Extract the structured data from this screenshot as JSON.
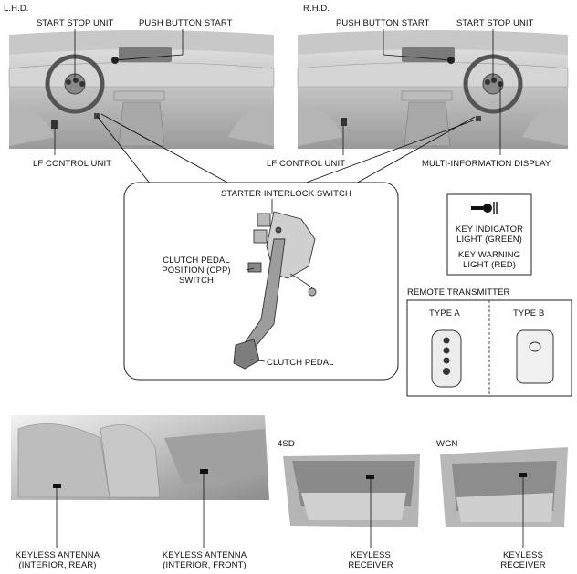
{
  "lhd": {
    "title": "L.H.D.",
    "start_stop_unit": "START STOP UNIT",
    "push_button_start": "PUSH BUTTON START",
    "lf_control_unit": "LF CONTROL UNIT"
  },
  "rhd": {
    "title": "R.H.D.",
    "push_button_start": "PUSH BUTTON START",
    "start_stop_unit": "START STOP UNIT",
    "lf_control_unit": "LF CONTROL UNIT",
    "multi_information_display": "MULTI-INFORMATION DISPLAY"
  },
  "pedal_callout": {
    "starter_interlock_switch": "STARTER INTERLOCK SWITCH",
    "cpp_switch_line1": "CLUTCH PEDAL",
    "cpp_switch_line2": "POSITION (CPP)",
    "cpp_switch_line3": "SWITCH",
    "clutch_pedal": "CLUTCH PEDAL"
  },
  "indicator": {
    "key_indicator_line1": "KEY INDICATOR",
    "key_indicator_line2": "LIGHT (GREEN)",
    "key_warning_line1": "KEY WARNING",
    "key_warning_line2": "LIGHT (RED)"
  },
  "remote": {
    "title": "REMOTE TRANSMITTER",
    "type_a": "TYPE A",
    "type_b": "TYPE B"
  },
  "cabin": {
    "antenna_rear_line1": "KEYLESS ANTENNA",
    "antenna_rear_line2": "(INTERIOR, REAR)",
    "antenna_front_line1": "KEYLESS ANTENNA",
    "antenna_front_line2": "(INTERIOR, FRONT)"
  },
  "trunk_4sd": {
    "title": "4SD",
    "receiver_line1": "KEYLESS",
    "receiver_line2": "RECEIVER"
  },
  "trunk_wgn": {
    "title": "WGN",
    "receiver_line1": "KEYLESS",
    "receiver_line2": "RECEIVER"
  }
}
